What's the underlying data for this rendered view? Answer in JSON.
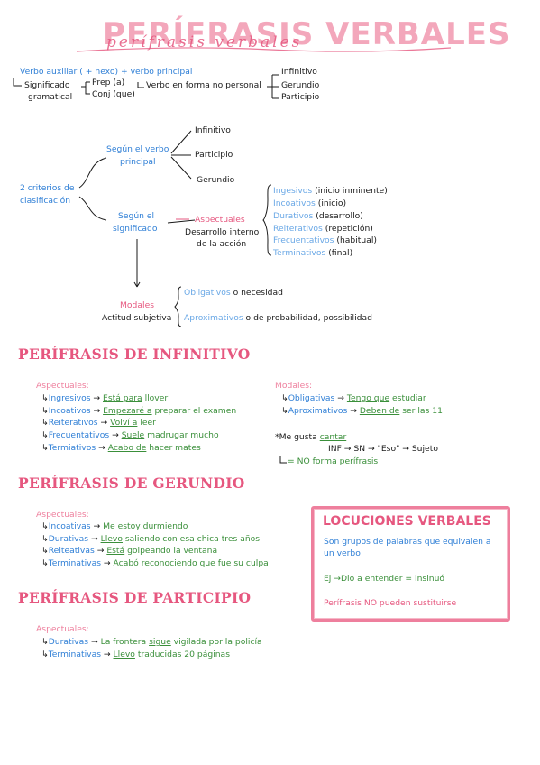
{
  "title": "PERÍFRASIS VERBALES",
  "subtitle_script": "perífrasis verbales",
  "intro": {
    "definition": "Verbo auxiliar ( + nexo) + verbo principal",
    "significado": "Significado",
    "gramatical": "gramatical",
    "prep": "Prep (a)",
    "conj": "Conj (que)",
    "verbo_forma": "Verbo en forma no personal",
    "forms": [
      "Infinitivo",
      "Gerundio",
      "Participio"
    ]
  },
  "criteria": {
    "root": [
      "2 criterios de",
      "clasificación"
    ],
    "verbo_principal": [
      "Según el verbo",
      "principal"
    ],
    "verbo_forms": [
      "Infinitivo",
      "Participio",
      "Gerundio"
    ],
    "significado": [
      "Según el",
      "significado"
    ],
    "aspectuales": "Aspectuales",
    "desarrollo": [
      "Desarrollo interno",
      "de la acción"
    ],
    "aspect_list": [
      {
        "name": "Ingesivos",
        "desc": "(inicio inminente)"
      },
      {
        "name": "Incoativos",
        "desc": "(inicio)"
      },
      {
        "name": "Durativos",
        "desc": "(desarrollo)"
      },
      {
        "name": "Reiterativos",
        "desc": "(repetición)"
      },
      {
        "name": "Frecuentativos",
        "desc": "(habitual)"
      },
      {
        "name": "Terminativos",
        "desc": "(final)"
      }
    ],
    "modales": "Modales",
    "actitud": "Actitud subjetiva",
    "modal_list": [
      {
        "name": "Obligativos",
        "desc": "o necesidad"
      },
      {
        "name": "Aproximativos",
        "desc": "o de probabilidad, possibilidad"
      }
    ]
  },
  "infinitivo": {
    "heading": "PERÍFRASIS DE INFINITIVO",
    "aspectuales_label": "Aspectuales:",
    "aspectuales": [
      {
        "name": "Ingresivos",
        "arrow": "→",
        "verb": "Está para",
        "rest": "llover"
      },
      {
        "name": "Incoativos",
        "arrow": "→",
        "verb": "Empezaré a",
        "rest": "preparar el examen"
      },
      {
        "name": "Reiterativos",
        "arrow": "→",
        "verb": "Volví a",
        "rest": "leer"
      },
      {
        "name": "Frecuentativos",
        "arrow": "→",
        "verb": "Suele",
        "rest": "madrugar mucho"
      },
      {
        "name": "Termiativos",
        "arrow": "→",
        "verb": "Acabo de",
        "rest": "hacer mates"
      }
    ],
    "modales_label": "Modales:",
    "modales": [
      {
        "name": "Obligativas",
        "arrow": "→",
        "verb": "Tengo que",
        "rest": "estudiar"
      },
      {
        "name": "Aproximativos",
        "arrow": "→",
        "verb": "Deben de",
        "rest": "ser las 11"
      }
    ],
    "note_prefix": "*Me gusta",
    "note_verb": "cantar",
    "note_analysis": "INF → SN → \"Eso\" → Sujeto",
    "note_conclusion": "= NO forma perífrasis"
  },
  "gerundio": {
    "heading": "PERÍFRASIS DE GERUNDIO",
    "aspectuales_label": "Aspectuales:",
    "aspectuales": [
      {
        "name": "Incoativas",
        "arrow": "→",
        "pre": "Me",
        "verb": "estoy",
        "rest": "durmiendo"
      },
      {
        "name": "Durativas",
        "arrow": "→",
        "pre": "",
        "verb": "Llevo",
        "rest": "saliendo con esa chica tres años"
      },
      {
        "name": "Reiteativas",
        "arrow": "→",
        "pre": "",
        "verb": "Está",
        "rest": "golpeando la ventana"
      },
      {
        "name": "Terminativas",
        "arrow": "→",
        "pre": "",
        "verb": "Acabó",
        "rest": "reconociendo que fue su culpa"
      }
    ]
  },
  "participio": {
    "heading": "PERÍFRASIS DE PARTICIPIO",
    "aspectuales_label": "Aspectuales:",
    "aspectuales": [
      {
        "name": "Durativas",
        "arrow": "→",
        "pre": "La frontera",
        "verb": "sigue",
        "rest": "vigilada por la policía"
      },
      {
        "name": "Terminativas",
        "arrow": "→",
        "pre": "",
        "verb": "Llevo",
        "rest": "traducidas 20 páginas"
      }
    ]
  },
  "locuciones": {
    "title": "LOCUCIONES VERBALES",
    "desc1": "Son grupos de palabras que equivalen a",
    "desc2": "un verbo",
    "example": "Ej →Dio a entender = insinuó",
    "note": "Perífrasis NO pueden sustituirse"
  },
  "colors": {
    "pink": "#e6577f",
    "light_pink": "#f3a7bb",
    "blue": "#2f7fd6",
    "green": "#3a8f3a"
  }
}
